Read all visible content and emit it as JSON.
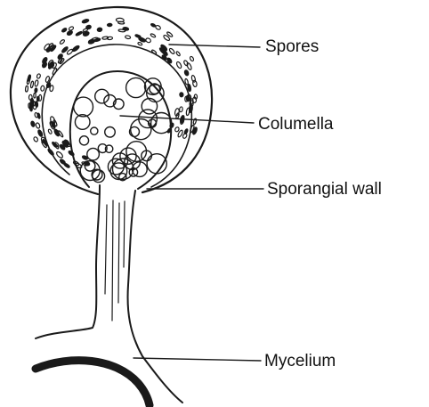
{
  "diagram": {
    "labels": {
      "spores": "Spores",
      "columella": "Columella",
      "sporangial_wall": "Sporangial wall",
      "mycelium": "Mycelium"
    },
    "ink_color": "#1a1a1a"
  }
}
